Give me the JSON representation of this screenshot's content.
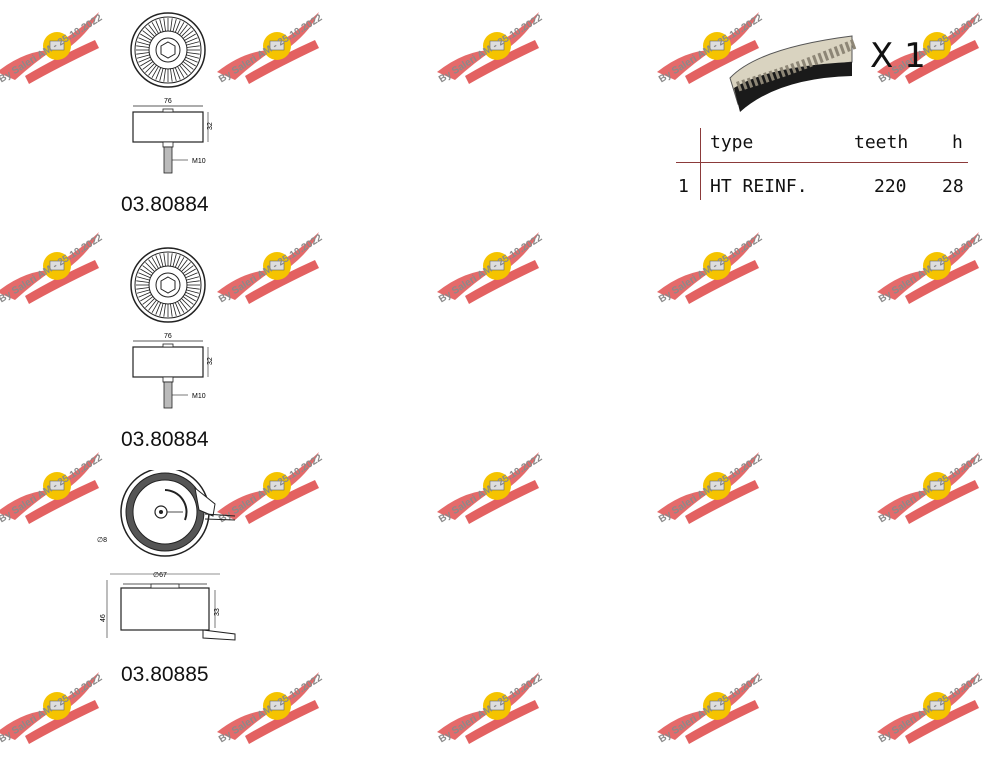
{
  "watermark": {
    "text": "By Saleri AM - 25.10.2022",
    "color": "#e05050"
  },
  "parts": [
    {
      "code": "03.80884",
      "dims": {
        "width": "76",
        "height": "32",
        "thread": "M10"
      }
    },
    {
      "code": "03.80884",
      "dims": {
        "width": "76",
        "height": "32",
        "thread": "M10"
      }
    },
    {
      "code": "03.80885",
      "dims": {
        "diameter": "∅67",
        "height_inner": "33",
        "height_outer": "46",
        "small": "∅8"
      }
    }
  ],
  "belt": {
    "quantity": "X 1",
    "headers": [
      "type",
      "teeth",
      "h"
    ],
    "rows": [
      {
        "index": "1",
        "type": "HT REINF.",
        "teeth": "220",
        "h": "28"
      }
    ]
  }
}
